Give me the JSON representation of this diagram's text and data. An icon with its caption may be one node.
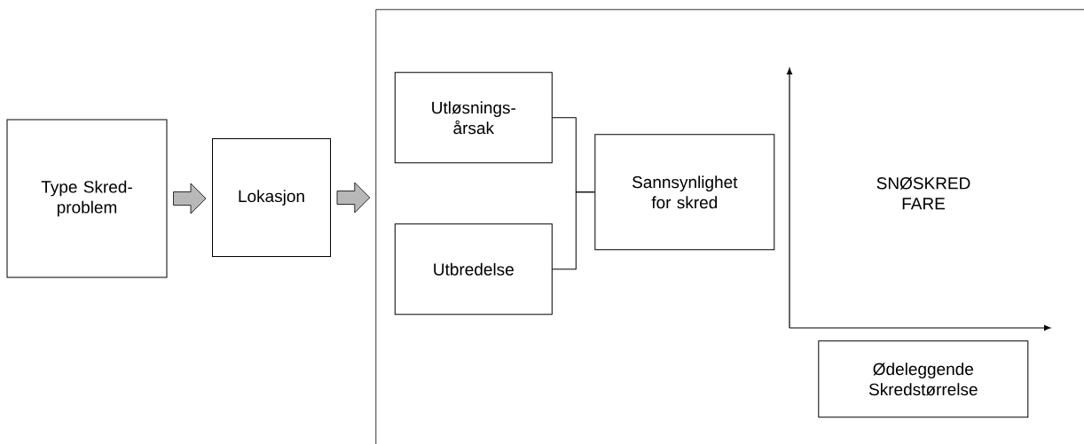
{
  "diagram": {
    "nodes": [
      {
        "text": [
          "Type Skred- problem"
        ]
      },
      {
        "text": [
          "Lokasjon"
        ]
      },
      {
        "text": [],
        "shape": "box"
      },
      {
        "text": [
          "Utløsnings- årsak"
        ],
        "in": 2
      },
      {
        "text": [
          "Utbredelse"
        ],
        "in": 2
      },
      {
        "text": [
          "Sannsynlighet for skred"
        ],
        "in": 2
      },
      {
        "text": [
          "Ødeleggende Skredstørrelse"
        ],
        "in": 2
      }
    ],
    "edges": [
      {
        "from": 0,
        "to": 1,
        "arrow": "to"
      },
      {
        "from": 1,
        "to": 2,
        "arrow": "to"
      },
      {
        "from": 3,
        "to": 5,
        "arrow": "none"
      },
      {
        "from": 4,
        "to": 5,
        "arrow": "none"
      }
    ],
    "labels": [
      "SNØSKRED FARE"
    ]
  }
}
